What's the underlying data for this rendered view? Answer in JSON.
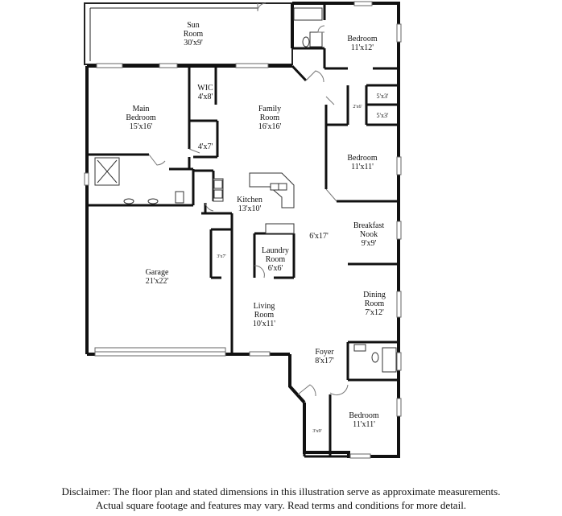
{
  "rooms": {
    "sun_room": {
      "name": "Sun",
      "name2": "Room",
      "dim": "30'x9'"
    },
    "bedroom_ne": {
      "name": "Bedroom",
      "dim": "11'x12'"
    },
    "closet_5x3_a": {
      "dim": "5'x3'"
    },
    "closet_5x3_b": {
      "dim": "5'x3'"
    },
    "closet_2x6": {
      "dim": "2'x6'"
    },
    "wic": {
      "name": "WIC",
      "dim": "4'x8'"
    },
    "main_bedroom": {
      "name": "Main",
      "name2": "Bedroom",
      "dim": "15'x16'"
    },
    "family_room": {
      "name": "Family",
      "name2": "Room",
      "dim": "16'x16'"
    },
    "hall_4x7": {
      "dim": "4'x7'"
    },
    "bedroom_e": {
      "name": "Bedroom",
      "dim": "11'x11'"
    },
    "kitchen": {
      "name": "Kitchen",
      "dim": "13'x10'"
    },
    "breakfast_nook": {
      "name": "Breakfast",
      "name2": "Nook",
      "dim": "9'x9'"
    },
    "hall_6x17": {
      "dim": "6'x17'"
    },
    "closet_3x7": {
      "dim": "3'x7'"
    },
    "laundry": {
      "name": "Laundry",
      "name2": "Room",
      "dim": "6'x6'"
    },
    "garage": {
      "name": "Garage",
      "dim": "21'x22'"
    },
    "dining": {
      "name": "Dining",
      "name2": "Room",
      "dim": "7'x12'"
    },
    "living": {
      "name": "Living",
      "name2": "Room",
      "dim": "10'x11'"
    },
    "foyer": {
      "name": "Foyer",
      "dim": "8'x17'"
    },
    "bedroom_se": {
      "name": "Bedroom",
      "dim": "11'x11'"
    },
    "closet_3x9": {
      "dim": "3'x9'"
    }
  },
  "disclaimer": {
    "line1": "Disclaimer: The floor plan and stated dimensions in this illustration serve as approximate measurements.",
    "line2": "Actual square footage and features may vary. Read terms and conditions for more detail."
  }
}
